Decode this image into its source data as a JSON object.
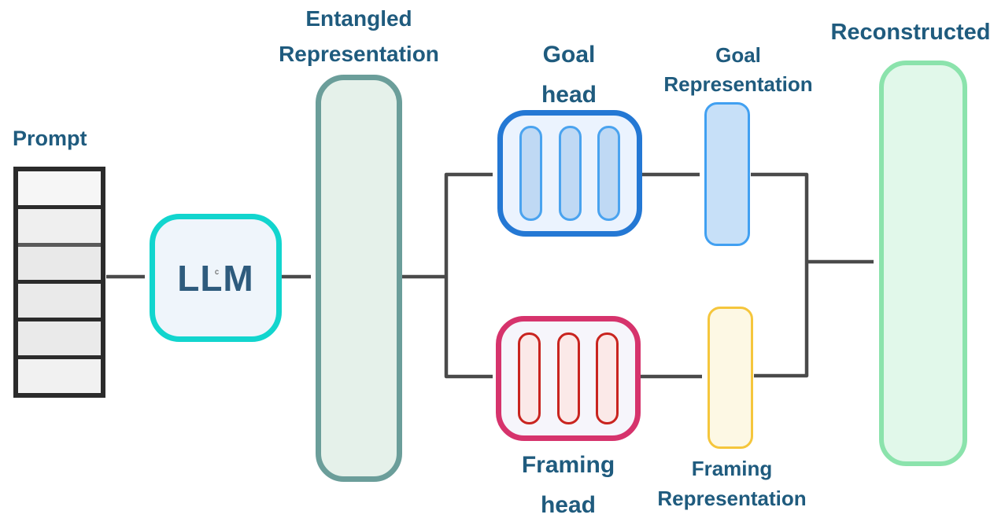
{
  "text_color": "#1F5B7E",
  "connectors": {
    "color": "#4A4A4A",
    "width": 4.5
  },
  "nodes": {
    "prompt": {
      "label": "Prompt",
      "border": "#2B2B2B",
      "rows": [
        {
          "fill": "#F6F6F6",
          "divider_top": null
        },
        {
          "fill": "#EFEFEF",
          "divider_top": "#2B2B2B"
        },
        {
          "fill": "#E9E9E9",
          "divider_top": "#5A5A5A"
        },
        {
          "fill": "#EAEAEA",
          "divider_top": "#2B2B2B"
        },
        {
          "fill": "#EAEAEA",
          "divider_top": "#2B2B2B"
        },
        {
          "fill": "#F1F1F1",
          "divider_top": "#2B2B2B"
        }
      ]
    },
    "llm": {
      "label": "LLM",
      "stray_char": "c",
      "border": "#12D5CE",
      "fill": "#EFF5FB",
      "text_color": "#2E5B7D"
    },
    "entangled": {
      "label_line1": "Entangled",
      "label_line2": "Representation",
      "border": "#6B9E9A",
      "fill": "#E5F1EA"
    },
    "goal_head": {
      "label_line1": "Goal",
      "label_line2": "head",
      "border": "#2478D4",
      "fill": "#EBF3FE",
      "bars": {
        "count": 3,
        "fill": "#BFD9F4",
        "border": "#4AA3EF"
      }
    },
    "goal_rep": {
      "label_line1": "Goal",
      "label_line2": "Representation",
      "border": "#41A0F1",
      "fill": "#C7E0F8"
    },
    "framing_head": {
      "label_line1": "Framing",
      "label_line2": "head",
      "border": "#D6336C",
      "fill": "#F6F5FB",
      "bars": {
        "count": 3,
        "fill": "#FBE9E8",
        "border": "#C9241F"
      }
    },
    "framing_rep": {
      "label_line1": "Framing",
      "label_line2": "Representation",
      "border": "#F5C63C",
      "fill": "#FDF8E4"
    },
    "reconstructed": {
      "label": "Reconstructed",
      "border": "#8BE3AC",
      "fill": "#E1F8EA"
    }
  }
}
